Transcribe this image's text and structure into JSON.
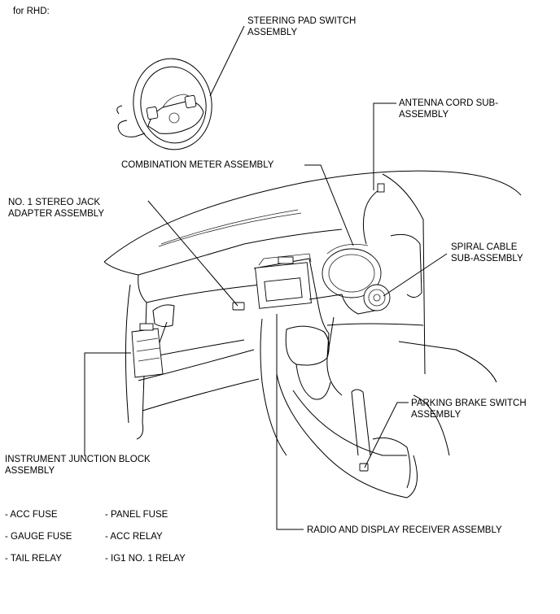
{
  "header": {
    "variant": "for RHD:"
  },
  "labels": {
    "steering_pad": [
      "STEERING PAD SWITCH",
      "ASSEMBLY"
    ],
    "antenna_cord": [
      "ANTENNA CORD SUB-",
      "ASSEMBLY"
    ],
    "combination_meter": [
      "COMBINATION METER ASSEMBLY"
    ],
    "stereo_jack": [
      "NO. 1 STEREO JACK",
      "ADAPTER ASSEMBLY"
    ],
    "spiral_cable": [
      "SPIRAL CABLE",
      "SUB-ASSEMBLY"
    ],
    "parking_brake": [
      "PARKING BRAKE SWITCH",
      "ASSEMBLY"
    ],
    "junction_block": [
      "INSTRUMENT JUNCTION BLOCK",
      "ASSEMBLY"
    ],
    "radio_display": [
      "RADIO AND DISPLAY RECEIVER ASSEMBLY"
    ]
  },
  "fuse_list": {
    "col1": [
      "- ACC FUSE",
      "- GAUGE FUSE",
      "- TAIL RELAY"
    ],
    "col2": [
      "- PANEL FUSE",
      "- ACC RELAY",
      "- IG1 NO. 1 RELAY"
    ]
  }
}
